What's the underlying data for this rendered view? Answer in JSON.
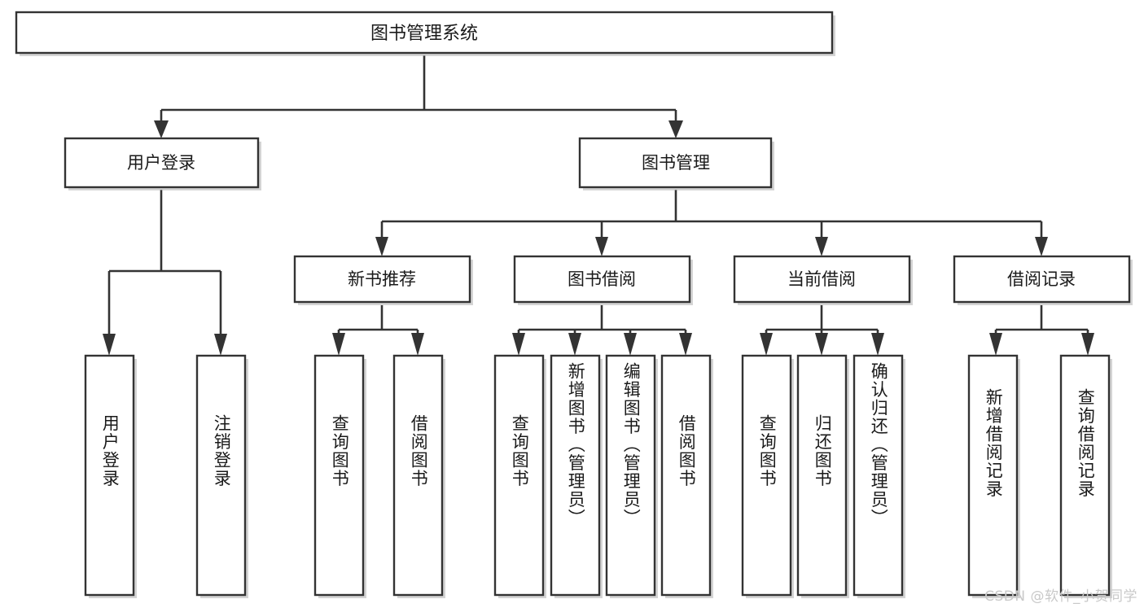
{
  "diagram": {
    "type": "tree",
    "title": "图书管理系统",
    "watermark": "CSDN @软件_小贺同学",
    "colors": {
      "background": "#ffffff",
      "box_fill": "#ffffff",
      "box_stroke": "#333333",
      "connector": "#333333",
      "text": "#1a1a1a",
      "watermark": "#c9c9c9"
    },
    "root": {
      "id": "root",
      "label": "图书管理系统"
    },
    "level2": [
      {
        "id": "user-login",
        "label": "用户登录"
      },
      {
        "id": "book-manage",
        "label": "图书管理"
      }
    ],
    "level3": [
      {
        "id": "new-book-rec",
        "label": "新书推荐",
        "parent": "book-manage"
      },
      {
        "id": "book-borrow",
        "label": "图书借阅",
        "parent": "book-manage"
      },
      {
        "id": "current-borrow",
        "label": "当前借阅",
        "parent": "book-manage"
      },
      {
        "id": "borrow-record",
        "label": "借阅记录",
        "parent": "book-manage"
      }
    ],
    "leaves": [
      {
        "id": "leaf-user-login",
        "label": "用户登录",
        "parent": "user-login"
      },
      {
        "id": "leaf-logout",
        "label": "注销登录",
        "parent": "user-login"
      },
      {
        "id": "leaf-query-book-1",
        "label": "查询图书",
        "parent": "new-book-rec"
      },
      {
        "id": "leaf-borrow-book-1",
        "label": "借阅图书",
        "parent": "new-book-rec"
      },
      {
        "id": "leaf-query-book-2",
        "label": "查询图书",
        "parent": "book-borrow"
      },
      {
        "id": "leaf-add-book",
        "label": "新增图书（管理员）",
        "parent": "book-borrow"
      },
      {
        "id": "leaf-edit-book",
        "label": "编辑图书（管理员）",
        "parent": "book-borrow"
      },
      {
        "id": "leaf-borrow-book-2",
        "label": "借阅图书",
        "parent": "book-borrow"
      },
      {
        "id": "leaf-query-book-3",
        "label": "查询图书",
        "parent": "current-borrow"
      },
      {
        "id": "leaf-return-book",
        "label": "归还图书",
        "parent": "current-borrow"
      },
      {
        "id": "leaf-confirm-return",
        "label": "确认归还（管理员）",
        "parent": "current-borrow"
      },
      {
        "id": "leaf-add-record",
        "label": "新增借阅记录",
        "parent": "borrow-record"
      },
      {
        "id": "leaf-query-record",
        "label": "查询借阅记录",
        "parent": "borrow-record"
      }
    ]
  }
}
